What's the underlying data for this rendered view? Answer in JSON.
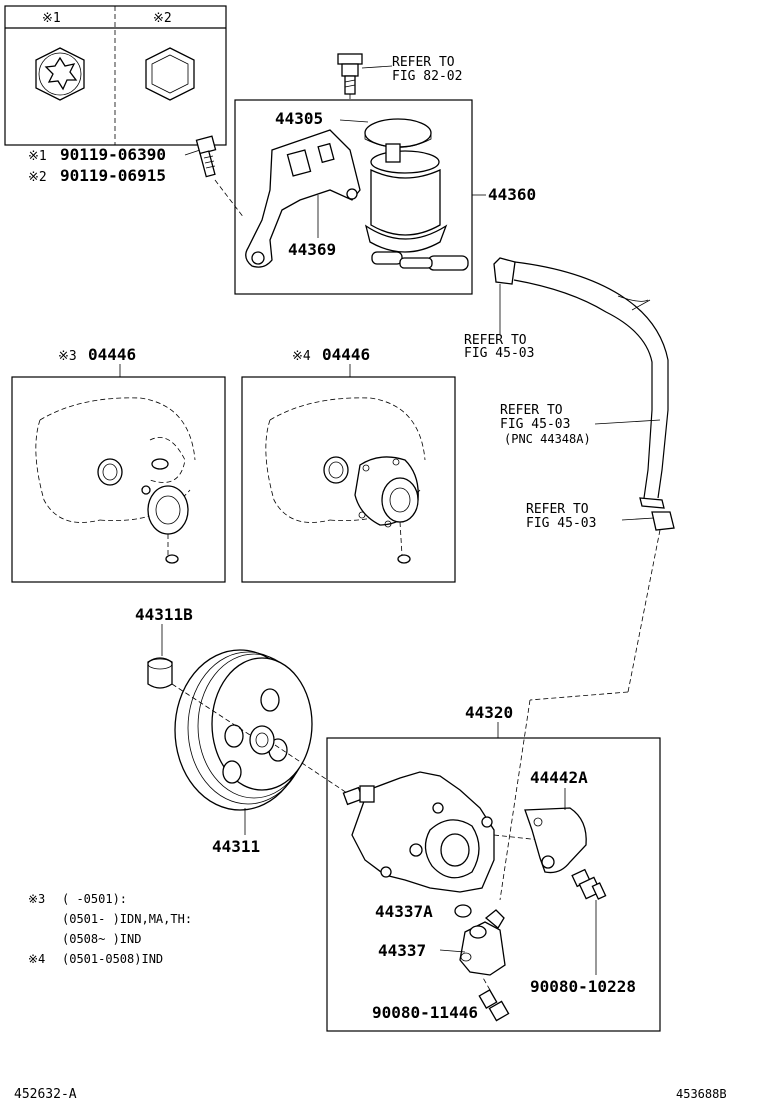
{
  "legend": {
    "col1_label": "※1",
    "col2_label": "※2"
  },
  "bolt_notes": {
    "line1_mark": "※1",
    "line1_part": "90119-06390",
    "line2_mark": "※2",
    "line2_part": "90119-06915"
  },
  "top_refer": {
    "line1": "REFER TO",
    "line2": "FIG 82-02"
  },
  "parts": {
    "p44305": "44305",
    "p44369": "44369",
    "p44360": "44360",
    "p44311B": "44311B",
    "p44311": "44311",
    "p44320": "44320",
    "p44442A": "44442A",
    "p44337A": "44337A",
    "p44337": "44337",
    "p90080_10228": "90080-10228",
    "p90080_11446": "90080-11446"
  },
  "gasket_kits": {
    "kit3_mark": "※3",
    "kit3_part": "04446",
    "kit4_mark": "※4",
    "kit4_part": "04446"
  },
  "refer_hose_top": {
    "line1": "REFER TO",
    "line2": "FIG 45-03"
  },
  "refer_hose_mid": {
    "line1": "REFER TO",
    "line2": "FIG 45-03",
    "line3": "(PNC 44348A)"
  },
  "refer_hose_low": {
    "line1": "REFER TO",
    "line2": "FIG 45-03"
  },
  "footnotes": {
    "n3_mark": "※3",
    "n3_line1": "(      -0501):",
    "n3_line2": "(0501-      )IDN,MA,TH:",
    "n3_line3": "(0508~      )IND",
    "n4_mark": "※4",
    "n4_line1": "(0501-0508)IND"
  },
  "footer": {
    "left_code": "452632-A",
    "right_code": "453688B"
  }
}
